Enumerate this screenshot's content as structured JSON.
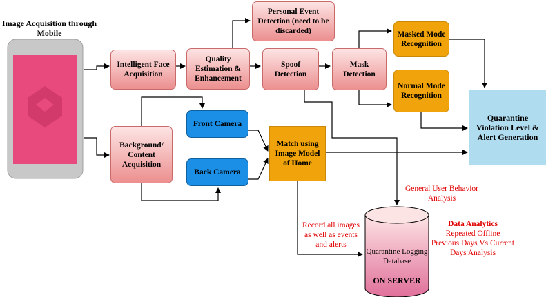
{
  "title": "Image Acquisition through Mobile",
  "nodes": {
    "face": "Intelligent Face Acquisition",
    "quality": "Quality Estimation & Enhancement",
    "event": "Personal Event Detection (need to be discarded)",
    "spoof": "Spoof Detection",
    "mask": "Mask Detection",
    "masked": "Masked Mode Recognition",
    "normal": "Normal Mode Recognition",
    "quarantine": "Quarantine Violation Level & Alert Generation",
    "background": "Background/ Content Acquisition",
    "front": "Front Camera",
    "back": "Back Camera",
    "match": "Match using Image Model of Home"
  },
  "labels": {
    "general": "General User Behavior Analysis",
    "record": "Record all images as well as events and alerts",
    "da_title": "Data Analytics",
    "da_line1": "Repeated Offline",
    "da_line2": "Previous Days Vs Current",
    "da_line3": "Days Analysis"
  },
  "database": {
    "name": "Quarantine Logging Database",
    "server": "ON SERVER"
  },
  "colors": {
    "pink_top": "#fde4e4",
    "pink_bottom": "#ec8f8f",
    "orange": "#f0a30a",
    "blue": "#1b8fe6",
    "light_blue": "#b0dcef",
    "phone_screen": "#e84a7d",
    "red_text": "#e00000"
  }
}
